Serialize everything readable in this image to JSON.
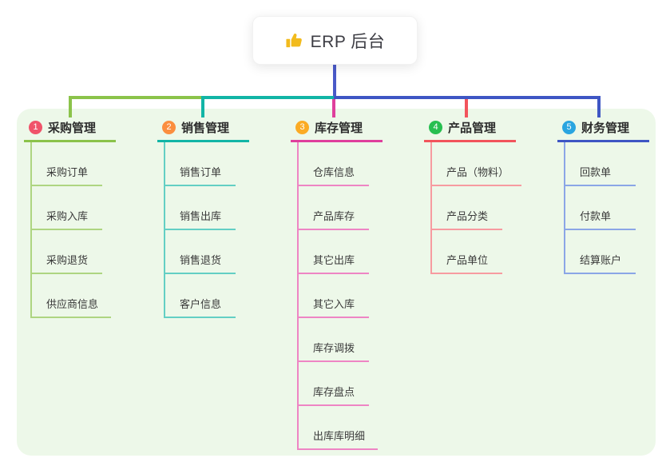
{
  "root": {
    "icon": "thumbs-up-icon",
    "title": "ERP 后台"
  },
  "colors": {
    "panel_bg": "#edf8e9",
    "root_connector": "#4a5ac8",
    "thumb_icon": "#f2bb1d"
  },
  "branches": [
    {
      "num": "1",
      "label": "采购管理",
      "badge_color": "#f0536a",
      "line_color": "#8bc34a",
      "item_line_color": "#aed581",
      "items": [
        "采购订单",
        "采购入库",
        "采购退货",
        "供应商信息"
      ]
    },
    {
      "num": "2",
      "label": "销售管理",
      "badge_color": "#fb8e3f",
      "line_color": "#12b5a6",
      "item_line_color": "#63cfc4",
      "items": [
        "销售订单",
        "销售出库",
        "销售退货",
        "客户信息"
      ]
    },
    {
      "num": "3",
      "label": "库存管理",
      "badge_color": "#fbab24",
      "line_color": "#df3f9c",
      "item_line_color": "#ee85c4",
      "items": [
        "仓库信息",
        "产品库存",
        "其它出库",
        "其它入库",
        "库存调拨",
        "库存盘点",
        "出库库明细"
      ]
    },
    {
      "num": "4",
      "label": "产品管理",
      "badge_color": "#27bf50",
      "line_color": "#f2545c",
      "item_line_color": "#f79ba0",
      "items": [
        "产品（物料）",
        "产品分类",
        "产品单位"
      ]
    },
    {
      "num": "5",
      "label": "财务管理",
      "badge_color": "#2aa5e0",
      "line_color": "#3e56c4",
      "item_line_color": "#8ba6e6",
      "items": [
        "回款单",
        "付款单",
        "结算账户"
      ]
    }
  ]
}
